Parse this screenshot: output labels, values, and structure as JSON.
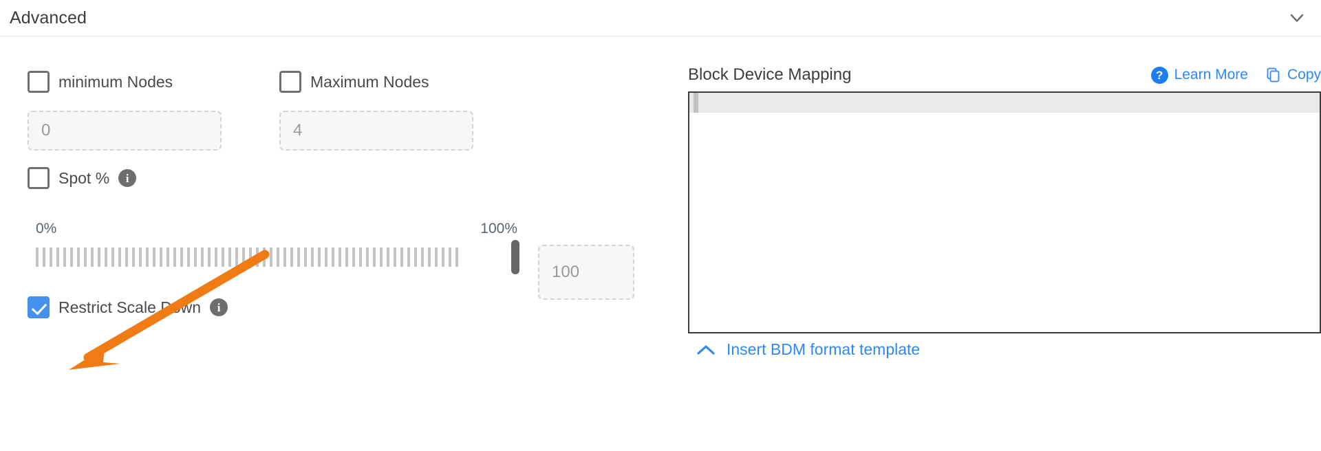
{
  "section": {
    "title": "Advanced",
    "collapse_icon": "chevron-down-icon"
  },
  "left_panel": {
    "min_nodes": {
      "label": "minimum Nodes",
      "checked": false,
      "input_placeholder": "0",
      "input_value": ""
    },
    "max_nodes": {
      "label": "Maximum Nodes",
      "checked": false,
      "input_placeholder": "4",
      "input_value": ""
    },
    "spot_percent": {
      "label": "Spot %",
      "checked": false,
      "info_icon": "info-icon"
    },
    "slider": {
      "min_label": "0%",
      "max_label": "100%",
      "value": 100,
      "input_placeholder": "100",
      "input_value": "",
      "tick_count": 62
    },
    "restrict_scale_down": {
      "label": "Restrict Scale Down",
      "checked": true,
      "info_icon": "info-icon"
    }
  },
  "right_panel": {
    "title": "Block Device Mapping",
    "learn_more": {
      "label": "Learn More",
      "icon": "question-circle-icon"
    },
    "copy": {
      "label": "Copy",
      "icon": "copy-icon"
    },
    "editor": {
      "content": "",
      "active_line": 1
    },
    "insert_template": {
      "label": "Insert BDM format template",
      "icon": "chevron-up-icon"
    }
  },
  "colors": {
    "accent_blue": "#2f88f7",
    "checkbox_blue": "#4691ef",
    "annotation_orange": "#f07b14",
    "info_gray": "#6e6e6e",
    "border_gray": "#e2e2e2",
    "text_dark": "#3d3d3d"
  },
  "annotation": {
    "type": "arrow",
    "color": "#f07b14",
    "points_to": "restrict-scale-down-checkbox"
  }
}
